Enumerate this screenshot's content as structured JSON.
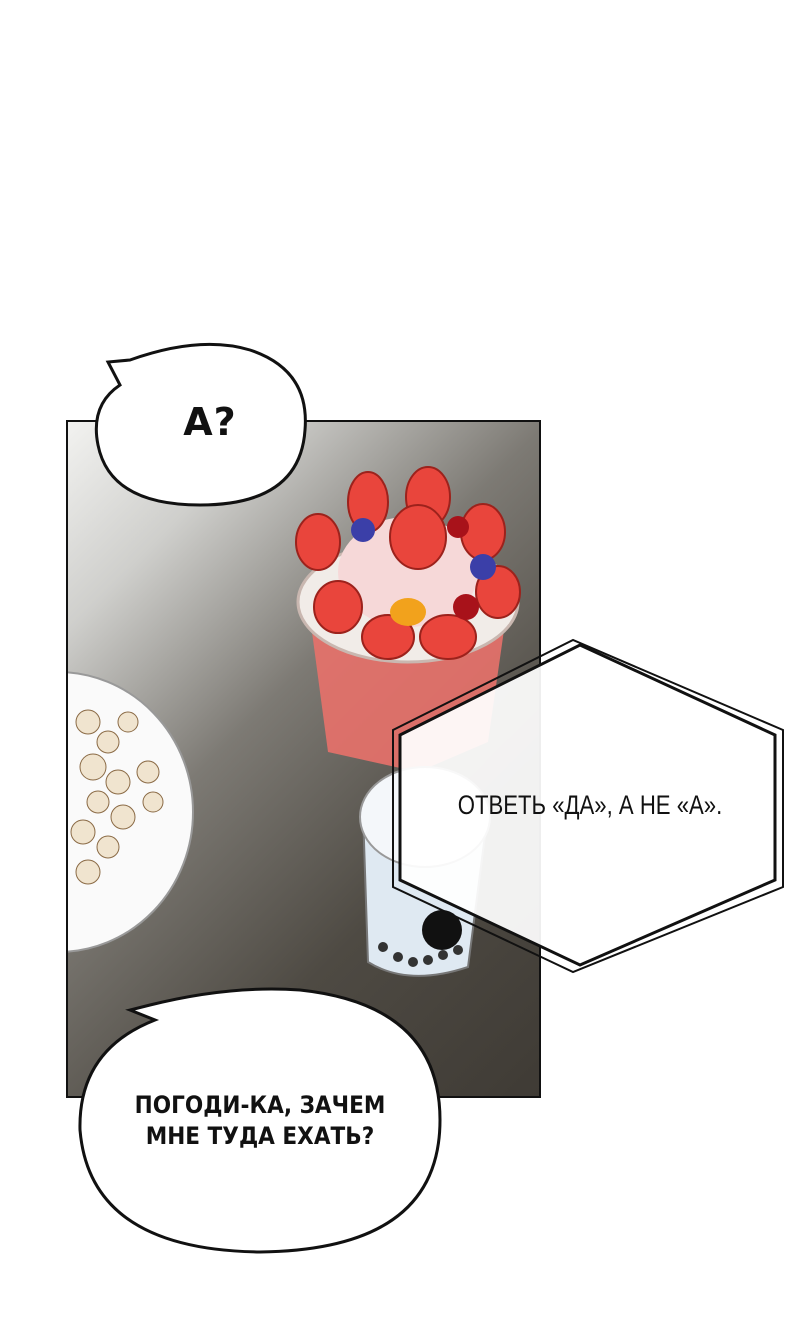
{
  "bubbles": {
    "top": "А?",
    "middle": "ОТВЕТЬ «ДА», А НЕ «А».",
    "bottom_line1": "ПОГОДИ-КА, ЗАЧЕМ",
    "bottom_line2": "МНЕ ТУДА ЕХАТЬ?"
  }
}
